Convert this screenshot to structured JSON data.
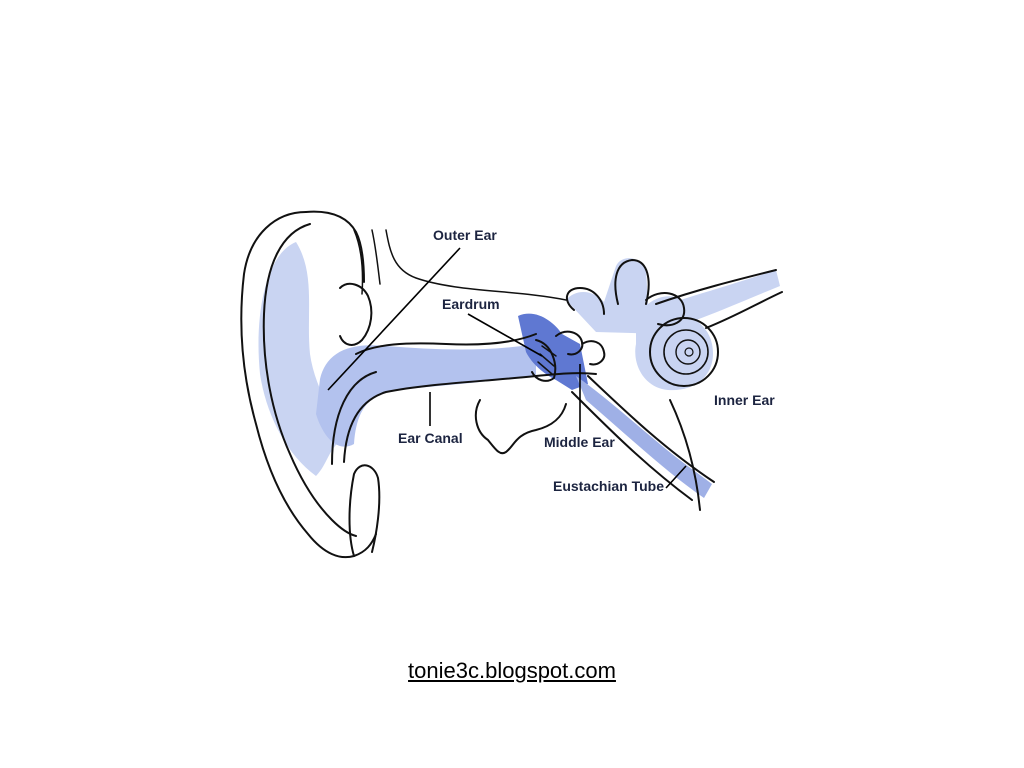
{
  "diagram": {
    "labels": {
      "outer_ear": "Outer Ear",
      "eardrum": "Eardrum",
      "ear_canal": "Ear Canal",
      "middle_ear": "Middle Ear",
      "inner_ear": "Inner Ear",
      "eustachian_tube": "Eustachian Tube"
    },
    "colors": {
      "fill_light": "#c9d4f2",
      "fill_medium": "#9fb0e6",
      "fill_dark": "#5f78d2",
      "outline": "#111111",
      "label_text": "#1c2440"
    }
  },
  "footer": {
    "source_link": "tonie3c.blogspot.com"
  }
}
